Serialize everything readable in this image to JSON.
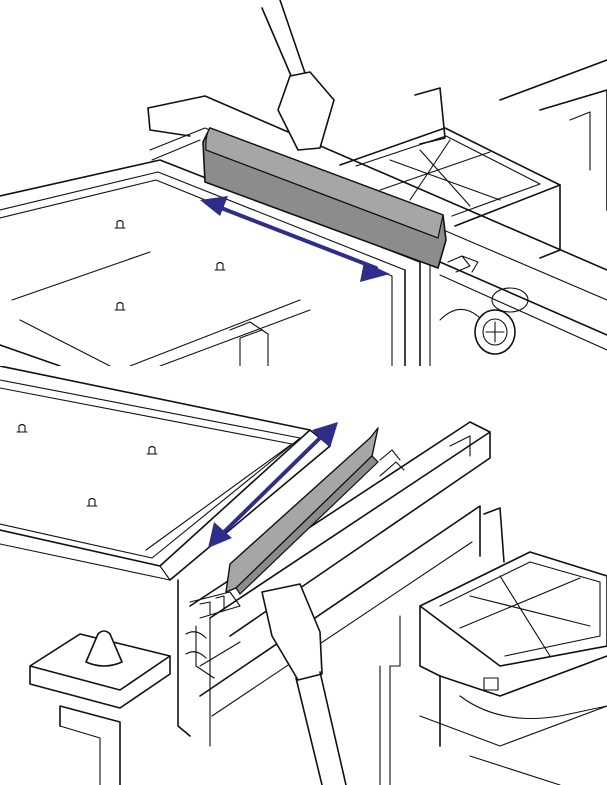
{
  "colors": {
    "arrow": "#2e2d8c",
    "blade": "#8c8c8c",
    "blade_light": "#a6a6a6",
    "line": "#111111",
    "background": "#ffffff"
  },
  "panels": [
    {
      "id": "top",
      "arrow_direction": "horizontal-diagonal",
      "swab_orientation": "down"
    },
    {
      "id": "bottom",
      "arrow_direction": "vertical-diagonal",
      "swab_orientation": "up"
    }
  ]
}
